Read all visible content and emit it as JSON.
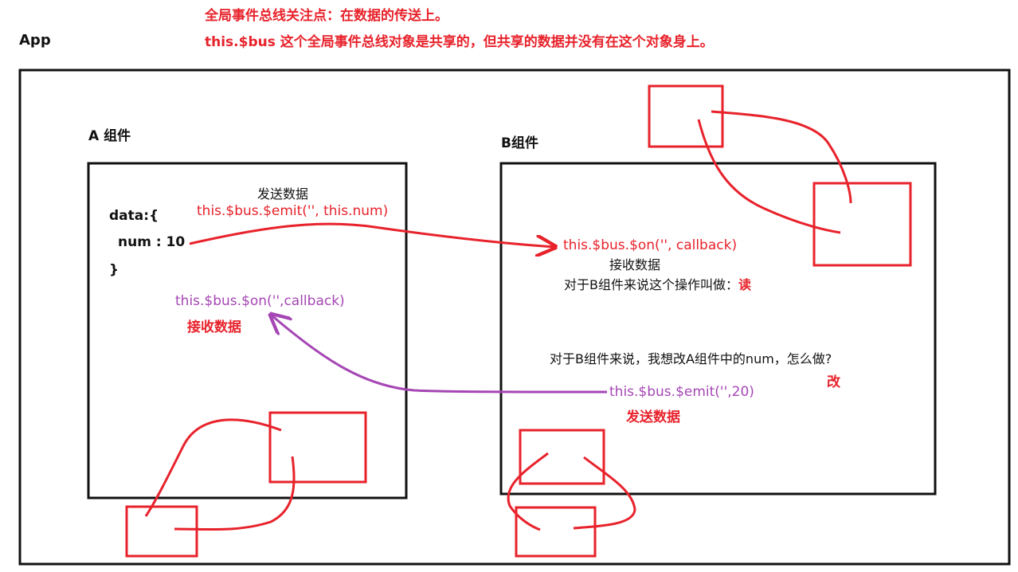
{
  "header": {
    "line1": "全局事件总线关注点：在数据的传送上。",
    "line2": "this.$bus 这个全局事件总线对象是共享的，但共享的数据并没有在这个对象身上。"
  },
  "app_label": "App",
  "component_a": {
    "title": "A 组件",
    "data_open": "data:{",
    "data_num": "num : 10",
    "data_close": "}",
    "send_label": "发送数据",
    "emit_code": "this.$bus.$emit('', this.num)",
    "on_code": "this.$bus.$on('',callback)",
    "receive_label": "接收数据"
  },
  "component_b": {
    "title": "B组件",
    "on_code": "this.$bus.$on('', callback)",
    "receive_label": "接收数据",
    "read_note": "对于B组件来说这个操作叫做：",
    "read_word": "读",
    "question": "对于B组件来说，我想改A组件中的num，怎么做?",
    "modify_word": "改",
    "emit_code": "this.$bus.$emit('',20)",
    "send_label": "发送数据"
  },
  "colors": {
    "red": "#e8222b",
    "purple": "#a546b4",
    "black": "#111111"
  }
}
